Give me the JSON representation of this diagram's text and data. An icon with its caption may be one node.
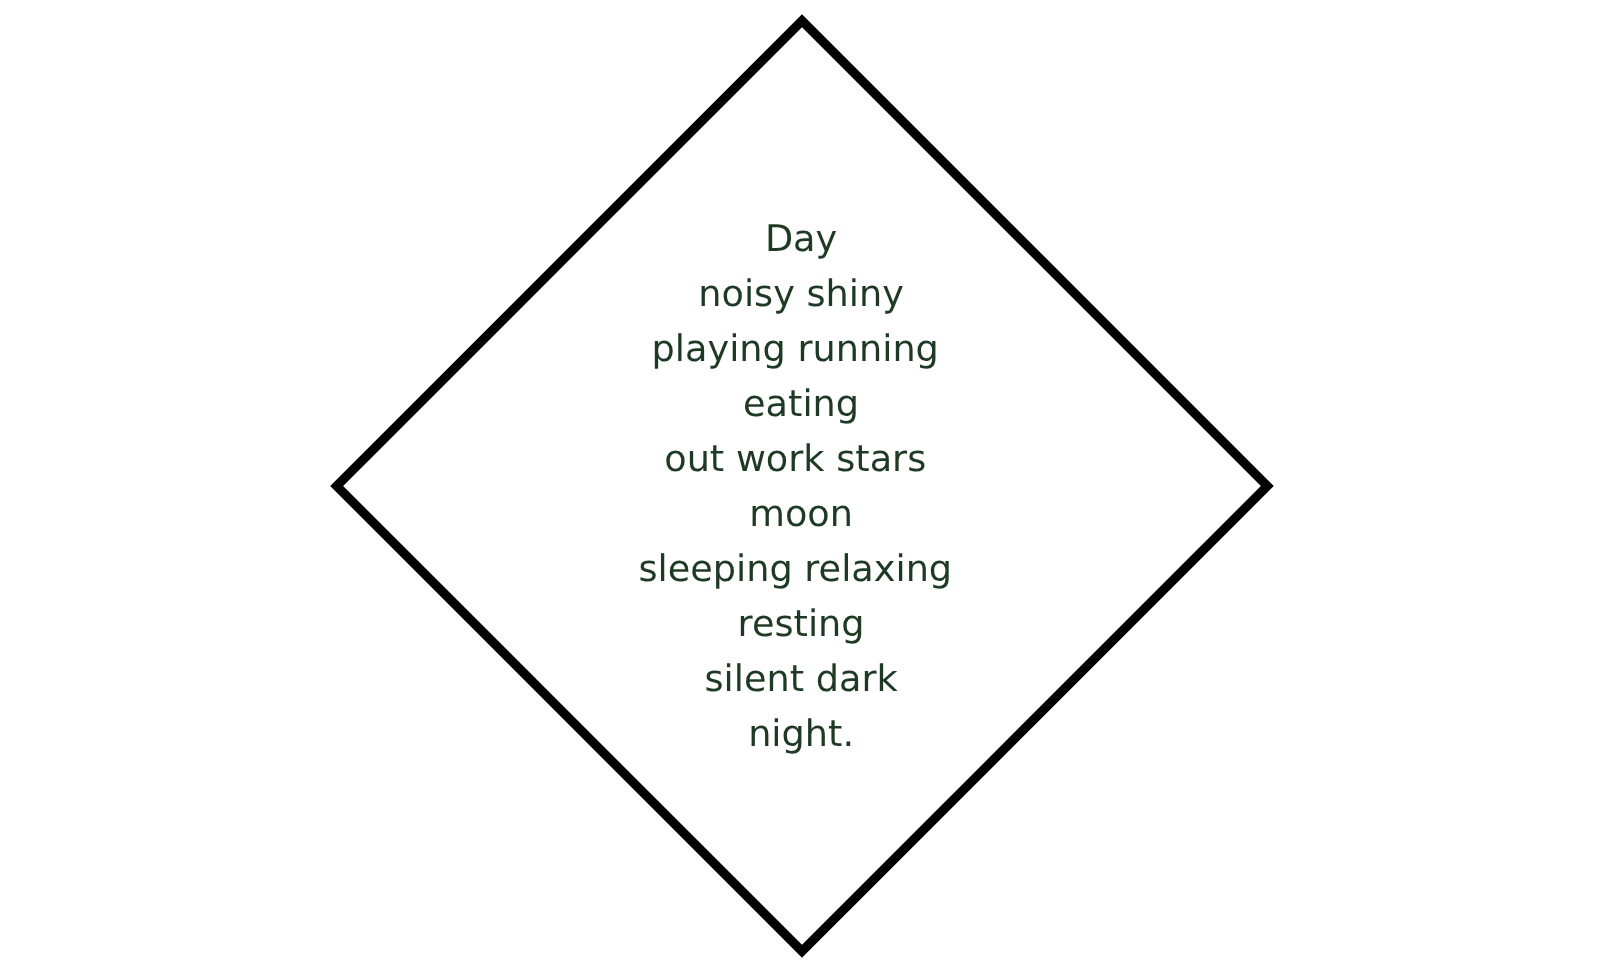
{
  "diagram": {
    "nodes": [
      {
        "text": [
          "Day",
          "noisy shiny",
          "playing running eating",
          "out work stars moon",
          "sleeping relaxing resting",
          "silent dark",
          "night."
        ]
      }
    ]
  }
}
